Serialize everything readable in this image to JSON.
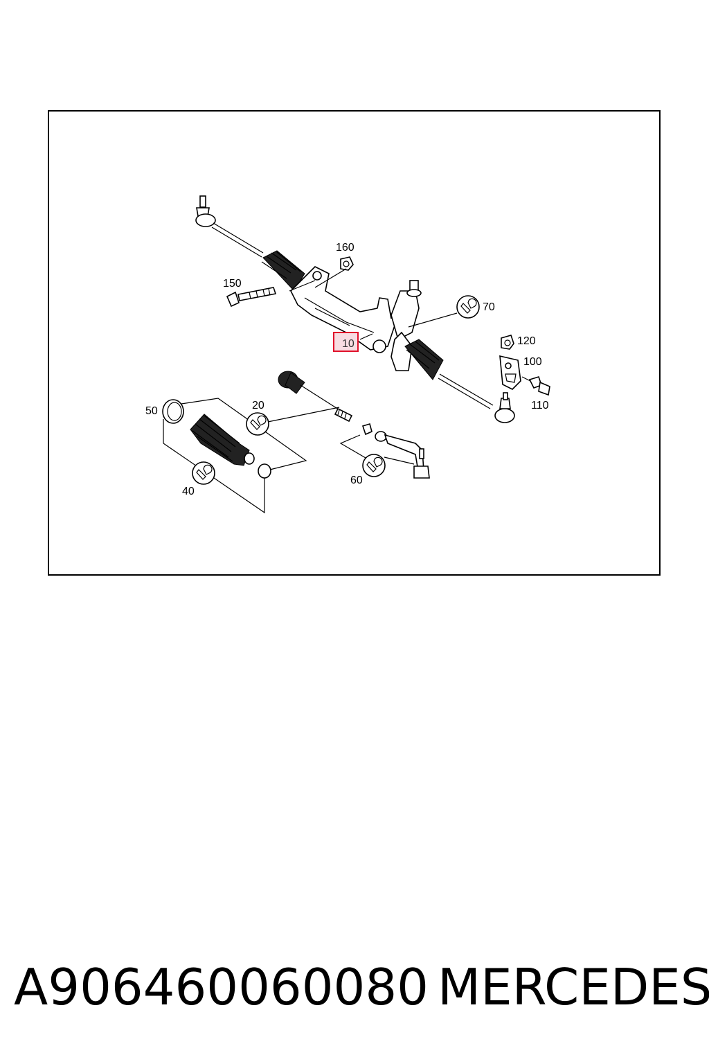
{
  "callouts": {
    "c10": "10",
    "c20": "20",
    "c40": "40",
    "c50": "50",
    "c60": "60",
    "c70": "70",
    "c100": "100",
    "c110": "110",
    "c120": "120",
    "c150": "150",
    "c160": "160"
  },
  "highlighted_callout": "10",
  "colors": {
    "highlight_border": "#e0102a",
    "highlight_fill": "#f7dde2",
    "line": "#000000"
  },
  "footer": {
    "part_number": "A906460060080",
    "brand": "MERCEDES"
  }
}
